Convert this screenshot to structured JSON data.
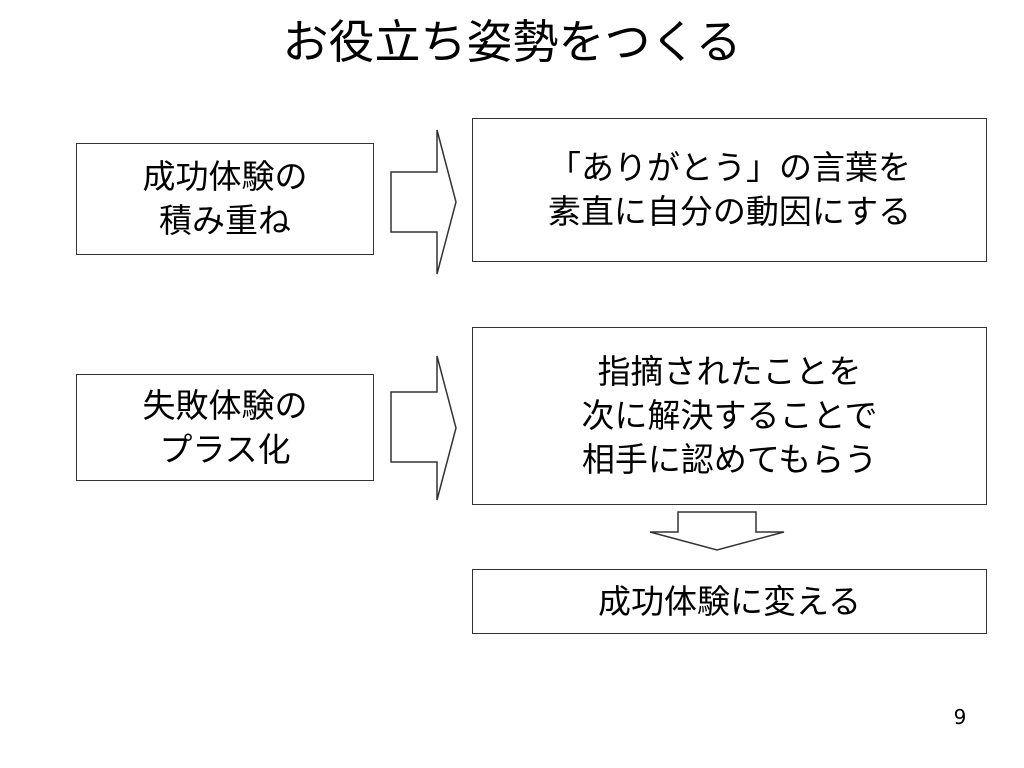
{
  "slide": {
    "title": "お役立ち姿勢をつくる",
    "page_number": "9"
  },
  "left": {
    "box1": [
      "成功体験の",
      "積み重ね"
    ],
    "box2": [
      "失敗体験の",
      "プラス化"
    ]
  },
  "right": {
    "box1": [
      "「ありがとう」の言葉を",
      "素直に自分の動因にする"
    ],
    "box2": [
      "指摘されたことを",
      "次に解決することで",
      "相手に認めてもらう"
    ],
    "box3": [
      "成功体験に変える"
    ]
  },
  "colors": {
    "border": "#333333",
    "arrow_stroke": "#333333",
    "background": "#ffffff",
    "text": "#000000"
  }
}
